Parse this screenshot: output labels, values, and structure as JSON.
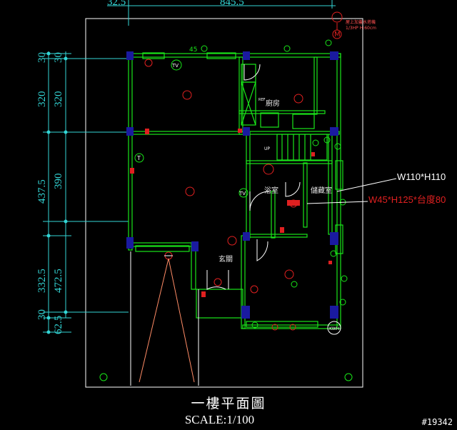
{
  "drawing": {
    "title": "一樓平面圖",
    "scale": "SCALE:1/100",
    "sheet_number": "#19342"
  },
  "top_dims": {
    "left_partial": "32.5",
    "total": "845.5"
  },
  "left_dims_outer": [
    "30",
    "437.5",
    "332.5",
    "472.5",
    "62.5"
  ],
  "left_dims_inner": [
    "320",
    "390"
  ],
  "left_dims_first": "30",
  "rooms": {
    "kitchen": "廚房",
    "bathroom": "浴室",
    "storage": "儲藏室",
    "entrance": "玄關"
  },
  "labels": {
    "window_1": "W110*H110",
    "window_2": "W45*H125*台度80",
    "angle": "45",
    "up": "UP",
    "fridge": "REF",
    "meter": "KWH",
    "motor_note_1": "屋上加蓋水塔機",
    "motor_note_2": "1/3HP H:60cm",
    "motor_symbol": "M",
    "tv_symbol": "TV",
    "t_symbol": "T"
  },
  "colors": {
    "wall": "#19e619",
    "dimension": "#33d6d6",
    "light": "#e02020",
    "column": "#1a1aa0",
    "border": "#ffffff",
    "ramp": "#ff8c66"
  }
}
